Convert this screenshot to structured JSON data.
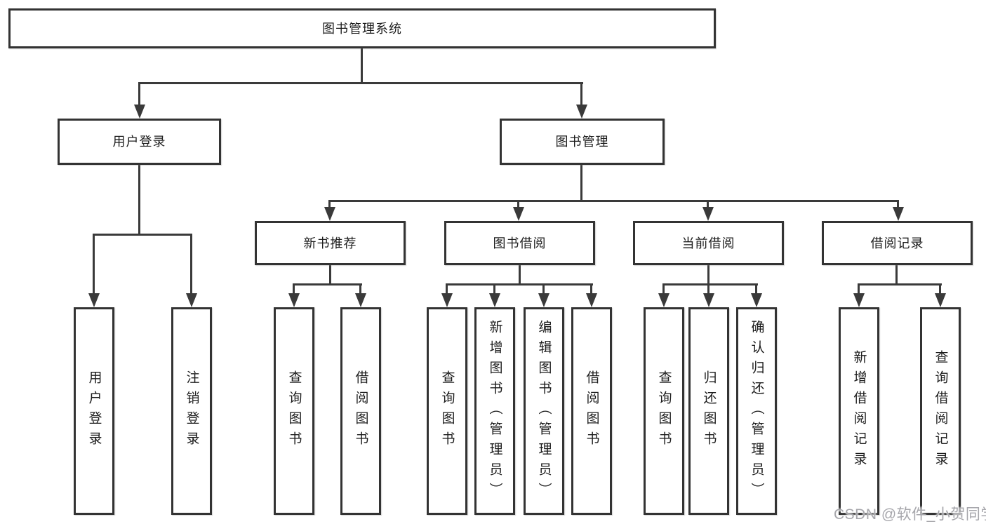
{
  "diagram": {
    "root": "图书管理系统",
    "level1": {
      "user_login": "用户登录",
      "book_mgmt": "图书管理"
    },
    "level2": {
      "new_books": "新书推荐",
      "book_borrow": "图书借阅",
      "current_borrow": "当前借阅",
      "borrow_records": "借阅记录"
    },
    "leaves": {
      "user_login": "用户登录",
      "logout": "注销登录",
      "nb_query": "查询图书",
      "nb_borrow": "借阅图书",
      "bb_query": "查询图书",
      "bb_add": "新增图书（管理员）",
      "bb_edit": "编辑图书（管理员）",
      "bb_borrow": "借阅图书",
      "cb_query": "查询图书",
      "cb_return": "归还图书",
      "cb_confirm": "确认归还（管理员）",
      "br_add": "新增借阅记录",
      "br_query": "查询借阅记录"
    }
  },
  "watermark": "CSDN @软件_小贺同学",
  "colors": {
    "line": "#3a3a3a",
    "box_border": "#333333",
    "text": "#1c1c1c",
    "watermark": "#a6a6ab",
    "background": "#ffffff"
  }
}
